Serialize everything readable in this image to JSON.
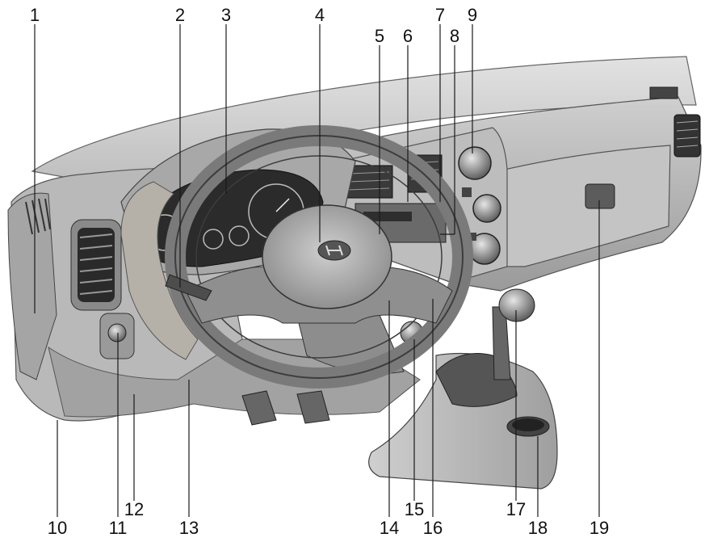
{
  "diagram": {
    "callouts": [
      {
        "id": "1",
        "label": "1"
      },
      {
        "id": "2",
        "label": "2"
      },
      {
        "id": "3",
        "label": "3"
      },
      {
        "id": "4",
        "label": "4"
      },
      {
        "id": "5",
        "label": "5"
      },
      {
        "id": "6",
        "label": "6"
      },
      {
        "id": "7",
        "label": "7"
      },
      {
        "id": "8",
        "label": "8"
      },
      {
        "id": "9",
        "label": "9"
      },
      {
        "id": "10",
        "label": "10"
      },
      {
        "id": "11",
        "label": "11"
      },
      {
        "id": "12",
        "label": "12"
      },
      {
        "id": "13",
        "label": "13"
      },
      {
        "id": "14",
        "label": "14"
      },
      {
        "id": "15",
        "label": "15"
      },
      {
        "id": "16",
        "label": "16"
      },
      {
        "id": "17",
        "label": "17"
      },
      {
        "id": "18",
        "label": "18"
      },
      {
        "id": "19",
        "label": "19"
      }
    ]
  },
  "colors": {
    "line": "#1a1a1a",
    "panel": "#d6d6d6",
    "panel_dark": "#8c8c8c",
    "background": "#ffffff"
  }
}
